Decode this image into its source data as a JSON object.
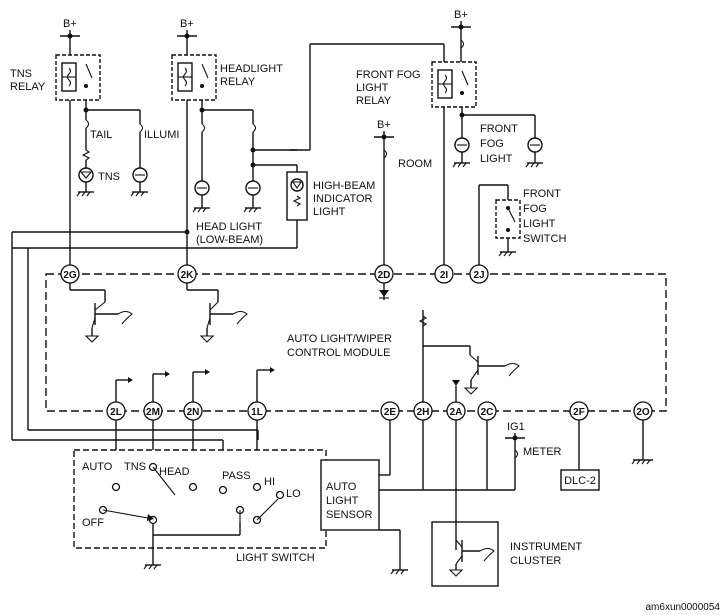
{
  "supply": {
    "bplus": "B+",
    "ig1": "IG1"
  },
  "relays": {
    "tns": [
      "TNS",
      "RELAY"
    ],
    "headlight": [
      "HEADLIGHT",
      "RELAY"
    ],
    "front_fog": [
      "FRONT FOG",
      "LIGHT",
      "RELAY"
    ]
  },
  "loads": {
    "tail": "TAIL",
    "illumi": "ILLUMI",
    "tns_lamp": "TNS",
    "room": "ROOM",
    "front_fog_light": [
      "FRONT",
      "FOG",
      "LIGHT"
    ],
    "high_beam_indicator": [
      "HIGH-BEAM",
      "INDICATOR",
      "LIGHT"
    ],
    "head_light": [
      "HEAD LIGHT",
      "(LOW-BEAM)"
    ],
    "meter": "METER"
  },
  "switches": {
    "front_fog_switch": [
      "FRONT",
      "FOG",
      "LIGHT",
      "SWITCH"
    ],
    "light_switch": {
      "title": "LIGHT SWITCH",
      "positions": [
        "AUTO",
        "TNS",
        "HEAD",
        "PASS",
        "HI",
        "LO",
        "OFF"
      ]
    }
  },
  "module": [
    "AUTO LIGHT/WIPER",
    "CONTROL MODULE"
  ],
  "terminals": {
    "top": [
      "2G",
      "2K",
      "2D",
      "2I",
      "2J"
    ],
    "bottom": [
      "2L",
      "2M",
      "2N",
      "1L",
      "2E",
      "2H",
      "2A",
      "2C",
      "2F",
      "2O"
    ]
  },
  "components": {
    "auto_light_sensor": [
      "AUTO",
      "LIGHT",
      "SENSOR"
    ],
    "instrument_cluster": [
      "INSTRUMENT",
      "CLUSTER"
    ],
    "dlc": "DLC-2"
  },
  "figure_ref": "am6xun0000054"
}
